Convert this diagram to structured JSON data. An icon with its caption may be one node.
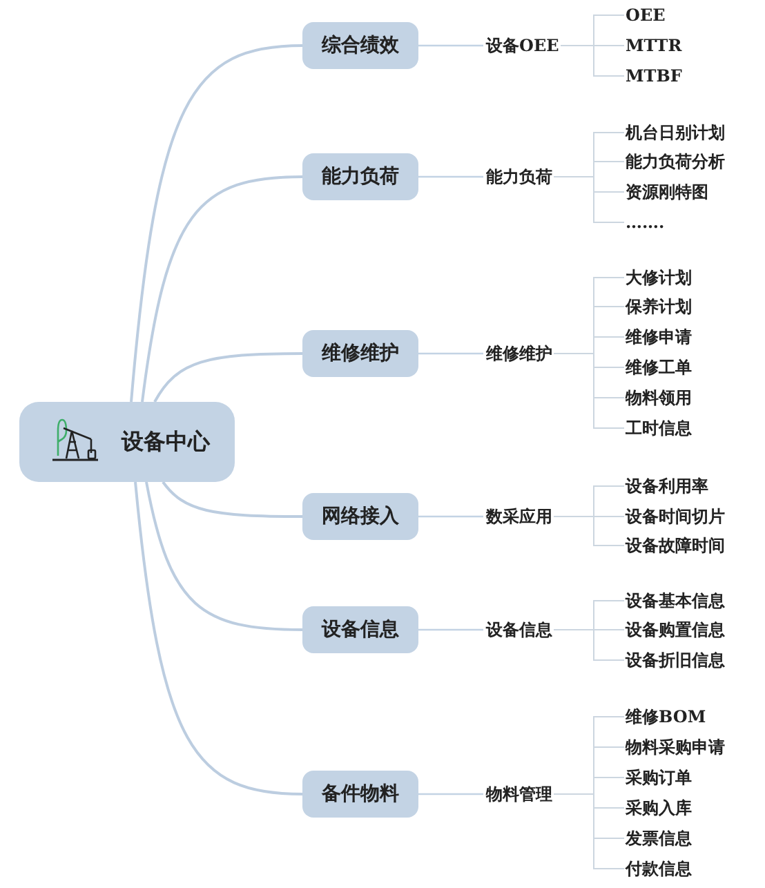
{
  "diagram": {
    "nodes": [
      {
        "text": [
          "设备中心"
        ]
      },
      {
        "text": [
          "综合绩效"
        ]
      },
      {
        "text": [
          "设备OEE"
        ]
      },
      {
        "text": [
          "OEE"
        ]
      },
      {
        "text": [
          "MTTR"
        ]
      },
      {
        "text": [
          "MTBF"
        ]
      },
      {
        "text": [
          "能力负荷"
        ]
      },
      {
        "text": [
          "能力负荷"
        ]
      },
      {
        "text": [
          "机台日别计划"
        ]
      },
      {
        "text": [
          "能力负荷分析"
        ]
      },
      {
        "text": [
          "资源刚特图"
        ]
      },
      {
        "text": [
          "……."
        ]
      },
      {
        "text": [
          "维修维护"
        ]
      },
      {
        "text": [
          "维修维护"
        ]
      },
      {
        "text": [
          "大修计划"
        ]
      },
      {
        "text": [
          "保养计划"
        ]
      },
      {
        "text": [
          "维修申请"
        ]
      },
      {
        "text": [
          "维修工单"
        ]
      },
      {
        "text": [
          "物料领用"
        ]
      },
      {
        "text": [
          "工时信息"
        ]
      },
      {
        "text": [
          "网络接入"
        ]
      },
      {
        "text": [
          "数采应用"
        ]
      },
      {
        "text": [
          "设备利用率"
        ]
      },
      {
        "text": [
          "设备时间切片"
        ]
      },
      {
        "text": [
          "设备故障时间"
        ]
      },
      {
        "text": [
          "设备信息"
        ]
      },
      {
        "text": [
          "设备信息"
        ]
      },
      {
        "text": [
          "设备基本信息"
        ]
      },
      {
        "text": [
          "设备购置信息"
        ]
      },
      {
        "text": [
          "设备折旧信息"
        ]
      },
      {
        "text": [
          "备件物料"
        ]
      },
      {
        "text": [
          "物料管理"
        ]
      },
      {
        "text": [
          "维修BOM"
        ]
      },
      {
        "text": [
          "物料采购申请"
        ]
      },
      {
        "text": [
          "采购订单"
        ]
      },
      {
        "text": [
          "采购入库"
        ]
      },
      {
        "text": [
          "发票信息"
        ]
      },
      {
        "text": [
          "付款信息"
        ]
      }
    ],
    "edges": [
      {
        "from": 0,
        "to": 1,
        "arrow": "none"
      },
      {
        "from": 0,
        "to": 6,
        "arrow": "none"
      },
      {
        "from": 0,
        "to": 12,
        "arrow": "none"
      },
      {
        "from": 0,
        "to": 20,
        "arrow": "none"
      },
      {
        "from": 0,
        "to": 25,
        "arrow": "none"
      },
      {
        "from": 0,
        "to": 30,
        "arrow": "none"
      },
      {
        "from": 1,
        "to": 2,
        "arrow": "none"
      },
      {
        "from": 2,
        "to": 3,
        "arrow": "none"
      },
      {
        "from": 2,
        "to": 4,
        "arrow": "none"
      },
      {
        "from": 2,
        "to": 5,
        "arrow": "none"
      },
      {
        "from": 6,
        "to": 7,
        "arrow": "none"
      },
      {
        "from": 7,
        "to": 8,
        "arrow": "none"
      },
      {
        "from": 7,
        "to": 9,
        "arrow": "none"
      },
      {
        "from": 7,
        "to": 10,
        "arrow": "none"
      },
      {
        "from": 7,
        "to": 11,
        "arrow": "none"
      },
      {
        "from": 12,
        "to": 13,
        "arrow": "none"
      },
      {
        "from": 13,
        "to": 14,
        "arrow": "none"
      },
      {
        "from": 13,
        "to": 15,
        "arrow": "none"
      },
      {
        "from": 13,
        "to": 16,
        "arrow": "none"
      },
      {
        "from": 13,
        "to": 17,
        "arrow": "none"
      },
      {
        "from": 13,
        "to": 18,
        "arrow": "none"
      },
      {
        "from": 13,
        "to": 19,
        "arrow": "none"
      },
      {
        "from": 20,
        "to": 21,
        "arrow": "none"
      },
      {
        "from": 21,
        "to": 22,
        "arrow": "none"
      },
      {
        "from": 21,
        "to": 23,
        "arrow": "none"
      },
      {
        "from": 21,
        "to": 24,
        "arrow": "none"
      },
      {
        "from": 25,
        "to": 26,
        "arrow": "none"
      },
      {
        "from": 26,
        "to": 27,
        "arrow": "none"
      },
      {
        "from": 26,
        "to": 28,
        "arrow": "none"
      },
      {
        "from": 26,
        "to": 29,
        "arrow": "none"
      },
      {
        "from": 30,
        "to": 31,
        "arrow": "none"
      },
      {
        "from": 31,
        "to": 32,
        "arrow": "none"
      },
      {
        "from": 31,
        "to": 33,
        "arrow": "none"
      },
      {
        "from": 31,
        "to": 34,
        "arrow": "none"
      },
      {
        "from": 31,
        "to": 35,
        "arrow": "none"
      },
      {
        "from": 31,
        "to": 36,
        "arrow": "none"
      },
      {
        "from": 31,
        "to": 37,
        "arrow": "none"
      }
    ]
  }
}
